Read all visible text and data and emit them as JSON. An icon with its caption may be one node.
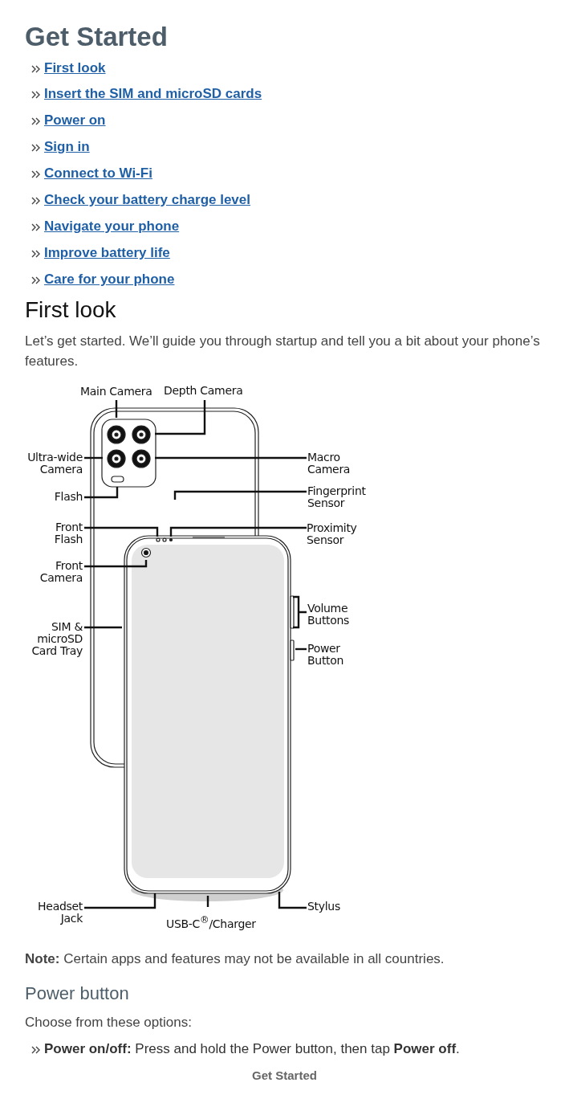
{
  "diagram": {
    "title": "Get Started",
    "nodes": [
      {
        "text": [
          "Main Camera"
        ]
      },
      {
        "text": [
          "Depth Camera"
        ]
      },
      {
        "text": [
          "Ultra-wide Camera"
        ]
      },
      {
        "text": [
          "Macro Camera"
        ]
      },
      {
        "text": [
          "Flash"
        ]
      },
      {
        "text": [
          "Fingerprint Sensor"
        ]
      },
      {
        "text": [
          "Front Flash"
        ]
      },
      {
        "text": [
          "Proximity Sensor"
        ]
      },
      {
        "text": [
          "Front Camera"
        ]
      },
      {
        "text": [
          "Volume Buttons"
        ]
      },
      {
        "text": [
          "SIM & microSD Card Tray"
        ]
      },
      {
        "text": [
          "Power Button"
        ]
      },
      {
        "text": [
          "Headset Jack"
        ]
      },
      {
        "text": [
          "USB-C$^{®}$/Charger"
        ]
      },
      {
        "text": [
          "Stylus"
        ]
      }
    ],
    "edges": [
      {
        "from": 0,
        "to": null,
        "arrow": "none"
      },
      {
        "from": 1,
        "to": null,
        "arrow": "none"
      },
      {
        "from": 2,
        "to": null,
        "arrow": "none"
      },
      {
        "from": 3,
        "to": null,
        "arrow": "none"
      },
      {
        "from": 4,
        "to": null,
        "arrow": "none"
      },
      {
        "from": 5,
        "to": null,
        "arrow": "none"
      },
      {
        "from": 6,
        "to": null,
        "arrow": "none"
      },
      {
        "from": 7,
        "to": null,
        "arrow": "none"
      },
      {
        "from": 8,
        "to": null,
        "arrow": "none"
      },
      {
        "from": 9,
        "to": null,
        "arrow": "none"
      },
      {
        "from": 10,
        "to": null,
        "arrow": "none"
      },
      {
        "from": 11,
        "to": null,
        "arrow": "none"
      },
      {
        "from": 12,
        "to": null,
        "arrow": "none"
      },
      {
        "from": 13,
        "to": null,
        "arrow": "none"
      },
      {
        "from": 14,
        "to": null,
        "arrow": "none"
      }
    ],
    "labels": [
      "First look",
      "Insert the SIM and microSD cards",
      "Power on",
      "Sign in",
      "Connect to Wi-Fi",
      "Check your battery charge level",
      "Navigate your phone",
      "Improve battery life",
      "Care for your phone",
      "First look",
      "Let’s get started. We’ll guide you through startup and tell you a bit about your phone’s features.",
      "**Note:** Certain apps and features may not be available in all countries.",
      "Power button",
      "Choose from these options:",
      "**Power on/off:** Press and hold the Power button, then tap **Power off**.",
      "Get Started"
    ]
  }
}
